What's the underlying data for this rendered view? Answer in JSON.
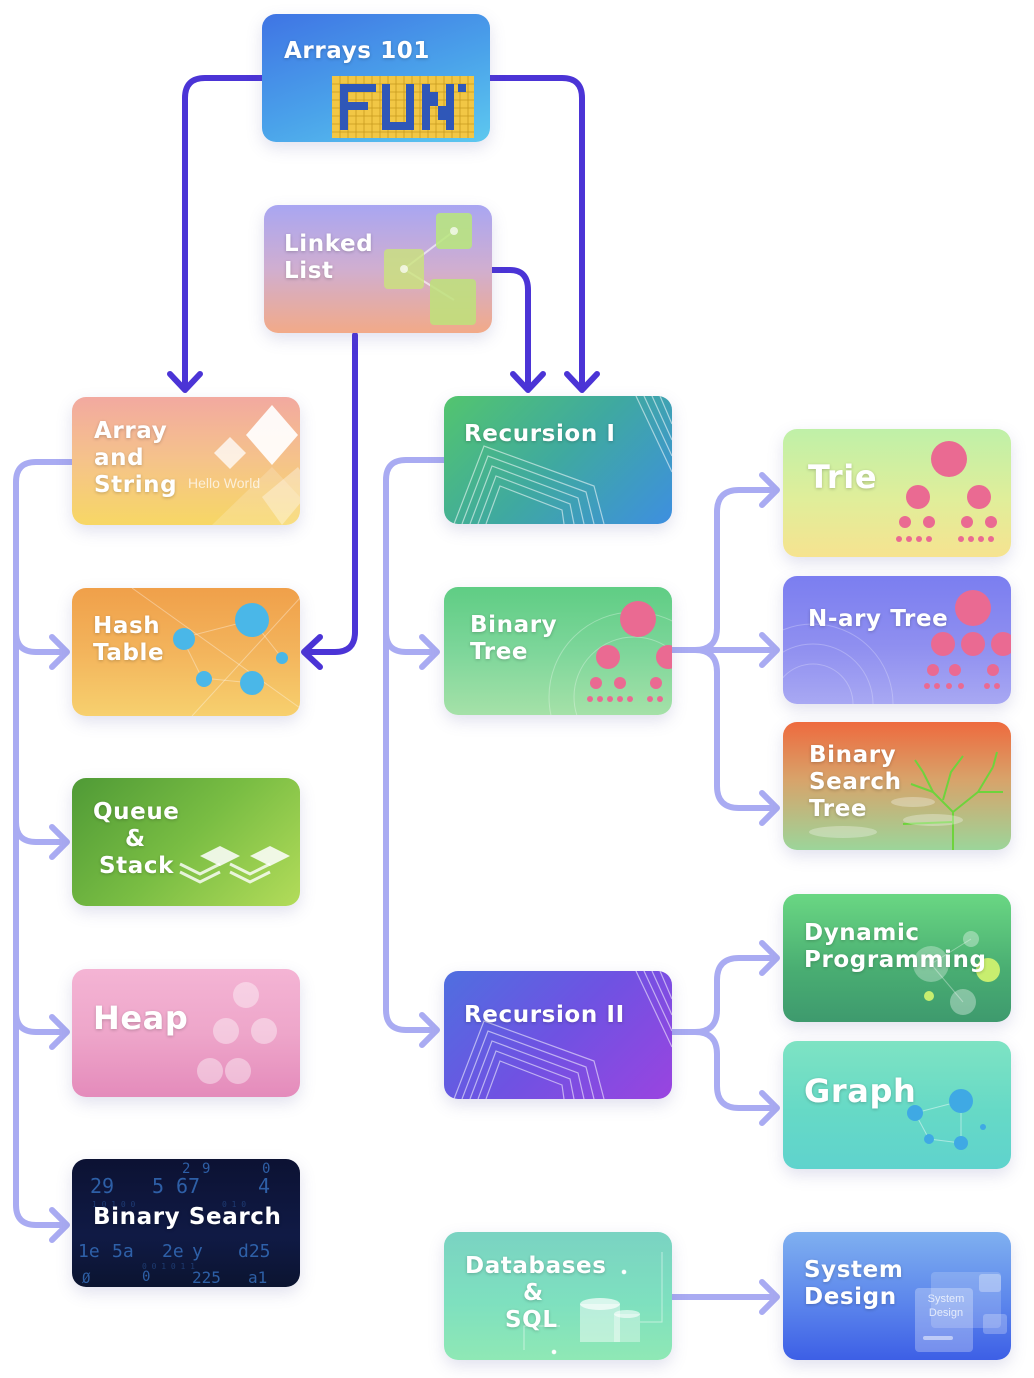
{
  "cards": {
    "arrays101": {
      "lines": [
        "Arrays 101"
      ],
      "badge": "FUN"
    },
    "linkedlist": {
      "lines": [
        "Linked",
        "List"
      ]
    },
    "arraystring": {
      "lines": [
        "Array",
        "and",
        "String"
      ],
      "watermark": "Hello World"
    },
    "recursion1": {
      "lines": [
        "Recursion I"
      ]
    },
    "hashtable": {
      "lines": [
        "Hash",
        "Table"
      ]
    },
    "binarytree": {
      "lines": [
        "Binary",
        "Tree"
      ]
    },
    "queuestack": {
      "lines": [
        "Queue",
        "&",
        "Stack"
      ]
    },
    "heap": {
      "lines": [
        "Heap"
      ]
    },
    "binarysearch": {
      "lines": [
        "Binary Search"
      ]
    },
    "recursion2": {
      "lines": [
        "Recursion II"
      ]
    },
    "trie": {
      "lines": [
        "Trie"
      ]
    },
    "narytree": {
      "lines": [
        "N-ary Tree"
      ]
    },
    "bst": {
      "lines": [
        "Binary",
        "Search",
        "Tree"
      ]
    },
    "dp": {
      "lines": [
        "Dynamic",
        "Programming"
      ]
    },
    "graph": {
      "lines": [
        "Graph"
      ]
    },
    "databases": {
      "lines": [
        "Databases",
        "&",
        "SQL"
      ]
    },
    "systemdesign": {
      "lines": [
        "System",
        "Design"
      ],
      "watermark": "System Design"
    }
  },
  "colors": {
    "arrow_dark": "#4b34d6",
    "arrow_light": "#a9abf2"
  }
}
